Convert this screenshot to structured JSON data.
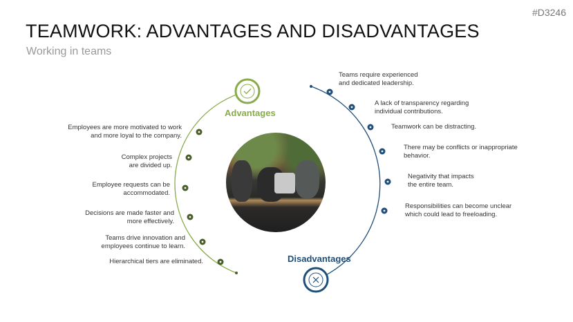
{
  "code": "#D3246",
  "title": "TEAMWORK: ADVANTAGES AND DISADVANTAGES",
  "subtitle": "Working in teams",
  "advantages": {
    "label": "Advantages",
    "color": "#8aab4a",
    "dot_color": "#4a5e2a",
    "items": [
      "Employees are more motivated to work\nand more loyal to the company.",
      "Complex projects\nare divided up.",
      "Employee requests can be\naccommodated.",
      "Decisions are made faster and\nmore effectively.",
      "Teams drive innovation and\nemployees continue to learn.",
      "Hierarchical tiers are eliminated."
    ]
  },
  "disadvantages": {
    "label": "Disadvantages",
    "color": "#1f4e79",
    "items": [
      "Teams require experienced\nand dedicated leadership.",
      "A lack of transparency regarding\n individual contributions.",
      "Teamwork can be distracting.",
      "There may be conflicts or inappropriate\nbehavior.",
      "Negativity that impacts\nthe entire team.",
      "Responsibilities can become unclear\nwhich could lead to freeloading."
    ]
  }
}
